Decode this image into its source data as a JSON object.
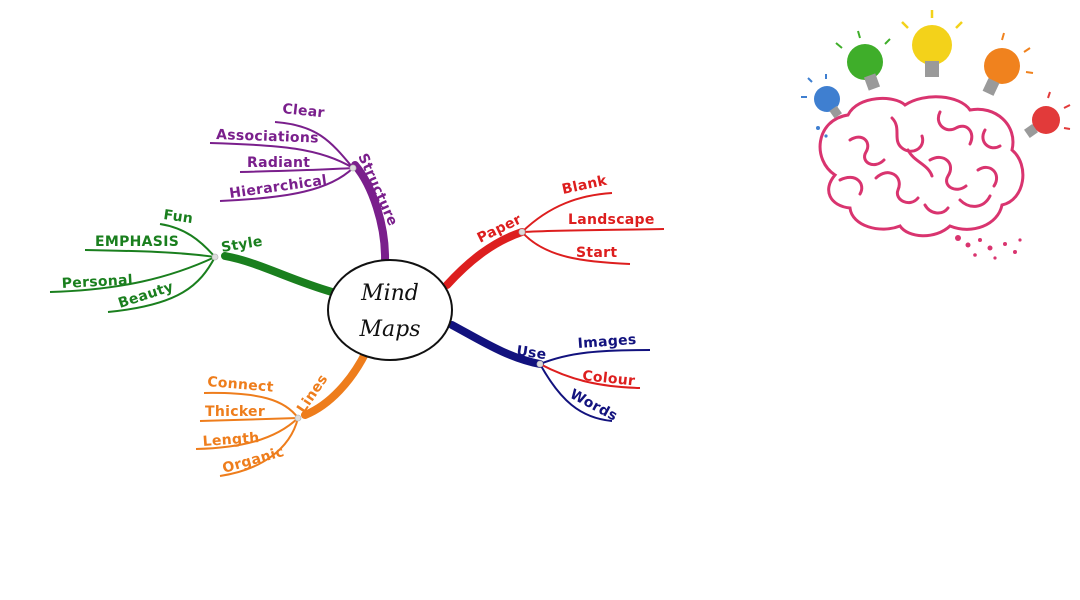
{
  "center": {
    "line1": "Mind",
    "line2": "Maps"
  },
  "branches": {
    "structure": {
      "label": "Structure",
      "color": "#7a1f8c",
      "children": [
        "Clear",
        "Associations",
        "Radiant",
        "Hierarchical"
      ]
    },
    "style": {
      "label": "Style",
      "color": "#1a7f1e",
      "children": [
        "Fun",
        "EMPHASIS",
        "Personal",
        "Beauty"
      ]
    },
    "lines": {
      "label": "Lines",
      "color": "#ee7d1c",
      "children": [
        "Connect",
        "Thicker",
        "Length",
        "Organic"
      ]
    },
    "paper": {
      "label": "Paper",
      "color": "#dd1e1e",
      "children": [
        "Blank",
        "Landscape",
        "Start"
      ]
    },
    "use": {
      "label": "Use",
      "color": "#12127e",
      "children": [
        "Images",
        "Colour",
        "Words"
      ]
    }
  },
  "colors": {
    "colour_word": "#dd1e1e"
  },
  "illustration": {
    "icon": "brain-with-lightbulbs-icon",
    "brain_color": "#d9346f",
    "bulb_colors": [
      "#3f7fd0",
      "#3fae2a",
      "#f3d21a",
      "#f0821e",
      "#e23a3a"
    ]
  }
}
